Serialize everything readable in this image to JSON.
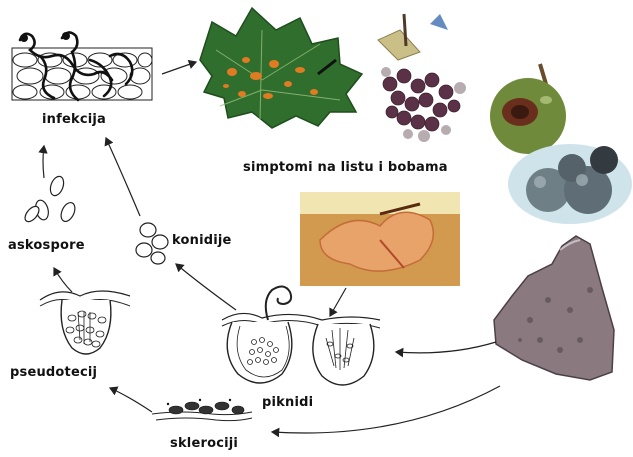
{
  "labels": {
    "infection": "infekcija",
    "symptoms": "simptomi na listu i bobama",
    "conidia": "konidije",
    "ascospores": "askospore",
    "pseudothecium": "pseudotecij",
    "pycnidia": "piknidi",
    "sclerotia": "sklerociji"
  },
  "colors": {
    "leaf": "#2f6e2c",
    "leaf_dark": "#1f4d1e",
    "lesion": "#e07b22",
    "grape_purple": "#5a3146",
    "grape_green": "#6f8a3a",
    "berry_gray": "#6f7f86",
    "mummy": "#8a7a80",
    "culture": "#e39a52",
    "line": "#222222"
  }
}
